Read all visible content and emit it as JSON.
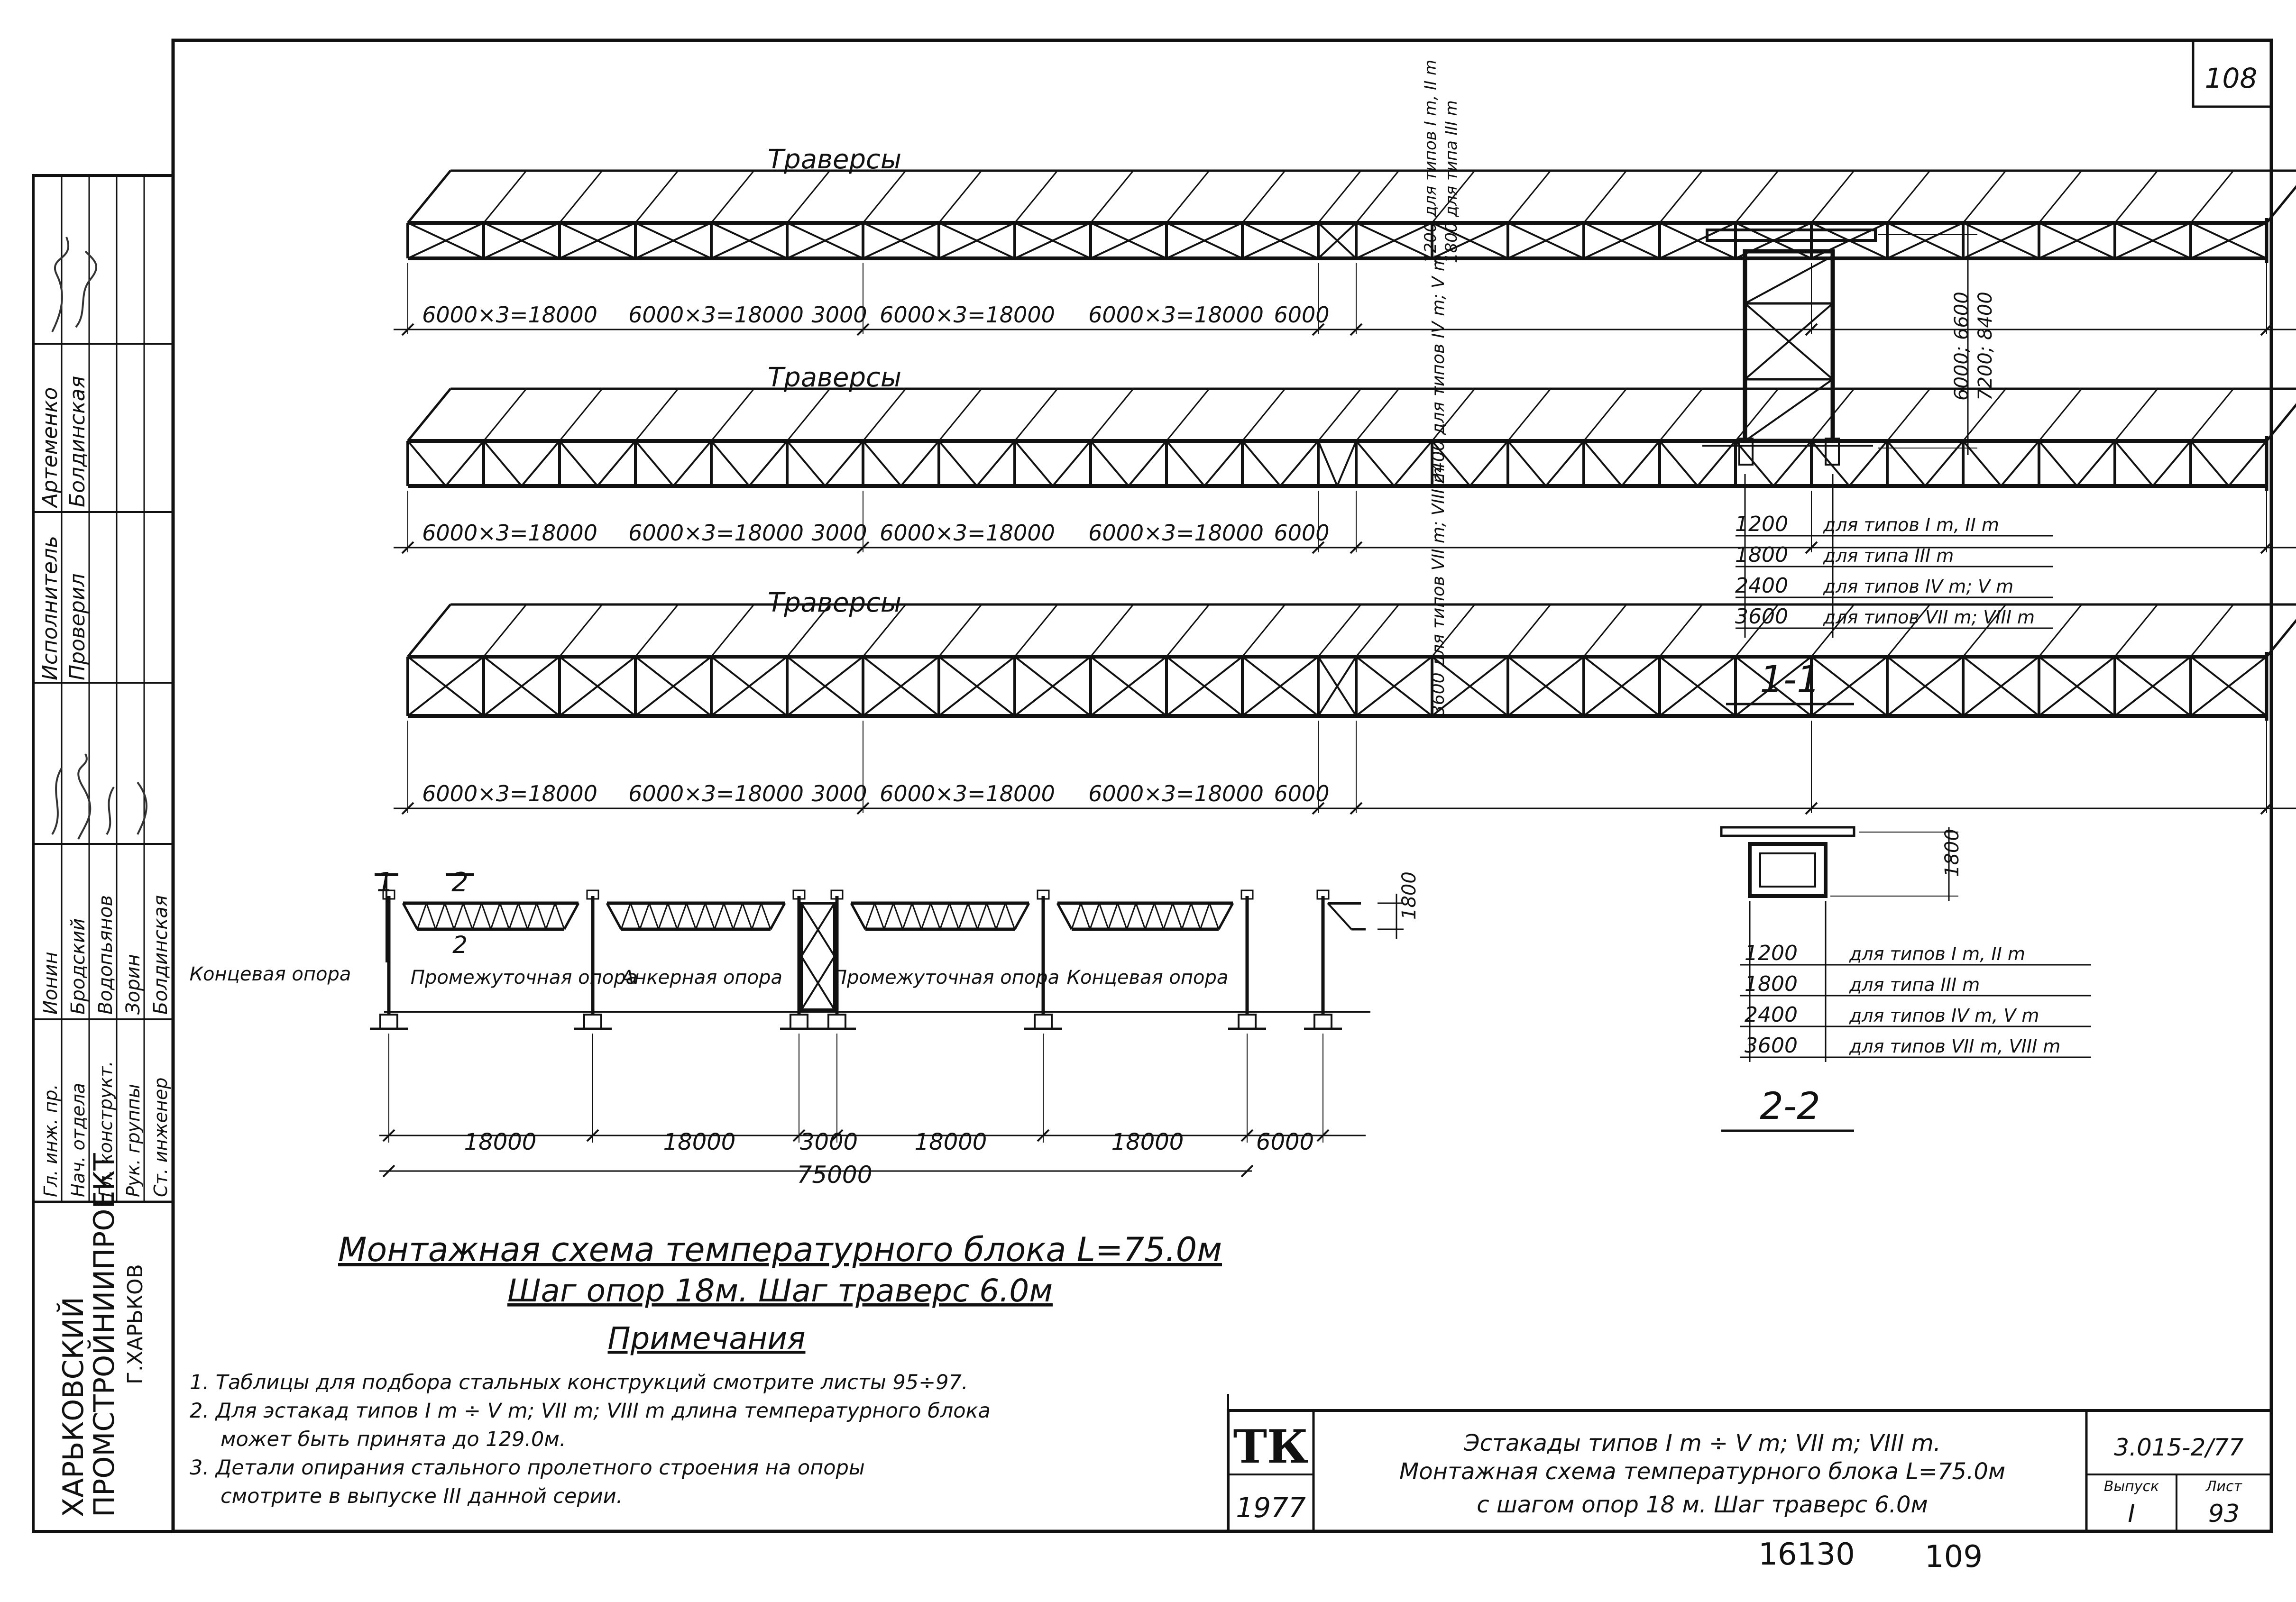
{
  "sheet": {
    "page_number": "108",
    "bottom_numbers": [
      "16130",
      "109"
    ]
  },
  "elevation_top": {
    "label": "Траверсы",
    "height": "1200 для типов I m, II m",
    "height2": "1800 для типа III m",
    "dims": [
      "6000×3=18000",
      "6000×3=18000",
      "3000",
      "6000×3=18000",
      "6000×3=18000",
      "6000"
    ]
  },
  "elevation_mid": {
    "label": "Траверсы",
    "height": "2400 для типов IV m; V m",
    "dims": [
      "6000×3=18000",
      "6000×3=18000",
      "3000",
      "6000×3=18000",
      "6000×3=18000",
      "6000"
    ]
  },
  "elevation_bot": {
    "label": "Траверсы",
    "height": "3600 для типов VII m; VIII m",
    "dims": [
      "6000×3=18000",
      "6000×3=18000",
      "3000",
      "6000×3=18000",
      "6000×3=18000",
      "6000"
    ]
  },
  "plan": {
    "section_marks": [
      "1",
      "2",
      "2"
    ],
    "height": "1800",
    "supports": [
      "Концевая опора",
      "Промежуточная опора",
      "Анкерная опора",
      "Промежуточная опора",
      "Концевая опора"
    ],
    "dims": [
      "18000",
      "18000",
      "3000",
      "18000",
      "18000",
      "6000"
    ],
    "total": "75000"
  },
  "section_1": {
    "label": "1-1",
    "height": "6000; 6600",
    "height2": "7200; 8400",
    "rows": [
      {
        "value": "1200",
        "text": "для типов I m, II m"
      },
      {
        "value": "1800",
        "text": "для типа III m"
      },
      {
        "value": "2400",
        "text": "для типов IV m; V m"
      },
      {
        "value": "3600",
        "text": "для типов VII m; VIII m"
      }
    ]
  },
  "section_2": {
    "label": "2-2",
    "height": "1800",
    "rows": [
      {
        "value": "1200",
        "text": "для типов I m, II m"
      },
      {
        "value": "1800",
        "text": "для типа III m"
      },
      {
        "value": "2400",
        "text": "для типов IV m, V m"
      },
      {
        "value": "3600",
        "text": "для типов VII m, VIII m"
      }
    ]
  },
  "caption": {
    "title": "Монтажная схема температурного блока L=75.0м",
    "subtitle": "Шаг опор 18м. Шаг траверс 6.0м"
  },
  "notes": {
    "heading": "Примечания",
    "items": [
      "1. Таблицы для подбора стальных конструкций смотрите листы 95÷97.",
      "2. Для эстакад типов I m ÷ V m; VII m; VIII m длина температурного блока",
      "может быть принята до 129.0м.",
      "3. Детали опирания стального пролетного строения на опоры",
      "смотрите в выпуске III данной серии."
    ]
  },
  "stamp": {
    "logo": "ТК",
    "year": "1977",
    "title_line1": "Эстакады типов I m ÷ V m; VII m; VIII m.",
    "title_line2": "Монтажная схема температурного блока L=75.0м",
    "title_line3": "с шагом опор 18 м. Шаг траверс 6.0м",
    "series": "3.015-2/77",
    "issue_label": "Выпуск",
    "issue_value": "I",
    "sheet_label": "Лист",
    "sheet_value": "93"
  },
  "side_block": {
    "org_line1": "ХАРЬКОВСКИЙ",
    "org_line2": "ПРОМСТРОЙНИИПРОЕКТ",
    "org_line3": "Г.ХАРЬКОВ",
    "roles": [
      "Гл. инж. пр.",
      "Нач. отдела",
      "Гл. конструкт.",
      "Рук. группы",
      "Ст. инженер"
    ],
    "names": [
      "Ионин",
      "Бродский",
      "Водопьянов",
      "Зорин",
      "Болдинская"
    ],
    "roles2": [
      "Исполнитель",
      "Проверил"
    ],
    "names2": [
      "Артеменко",
      "Болдинская"
    ]
  }
}
